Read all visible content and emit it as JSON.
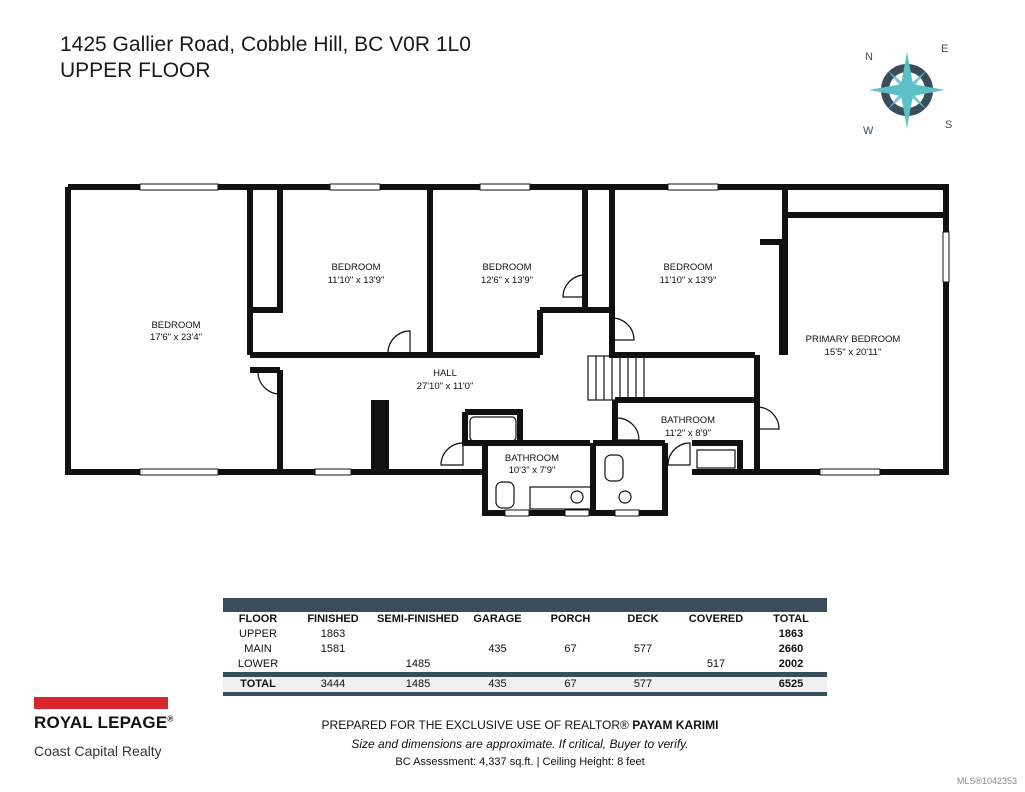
{
  "header": {
    "address": "1425 Gallier Road, Cobble Hill, BC V0R 1L0",
    "floor_name": "UPPER FLOOR"
  },
  "compass": {
    "n": "N",
    "e": "E",
    "s": "S",
    "w": "W",
    "color": "#5cc0c8"
  },
  "rooms": [
    {
      "name": "BEDROOM",
      "size": "17'6\" x 23'4\""
    },
    {
      "name": "BEDROOM",
      "size": "11'10\" x 13'9\""
    },
    {
      "name": "BEDROOM",
      "size": "12'6\" x 13'9\""
    },
    {
      "name": "BEDROOM",
      "size": "11'10\" x 13'9\""
    },
    {
      "name": "PRIMARY BEDROOM",
      "size": "15'5\" x 20'11\""
    },
    {
      "name": "HALL",
      "size": "27'10\" x 11'0\""
    },
    {
      "name": "BATHROOM",
      "size": "11'2\" x 8'9\""
    },
    {
      "name": "BATHROOM",
      "size": "10'3\" x 7'9\""
    }
  ],
  "table": {
    "headers": [
      "FLOOR",
      "FINISHED",
      "SEMI-FINISHED",
      "GARAGE",
      "PORCH",
      "DECK",
      "COVERED",
      "TOTAL"
    ],
    "rows": [
      [
        "UPPER",
        "1863",
        "",
        "",
        "",
        "",
        "",
        "1863"
      ],
      [
        "MAIN",
        "1581",
        "",
        "435",
        "67",
        "577",
        "",
        "2660"
      ],
      [
        "LOWER",
        "",
        "1485",
        "",
        "",
        "",
        "517",
        "2002"
      ]
    ],
    "total": [
      "TOTAL",
      "3444",
      "1485",
      "435",
      "67",
      "577",
      "",
      "6525"
    ]
  },
  "brand": {
    "name": "ROYAL LEPAGE",
    "registered": "®",
    "office": "Coast Capital Realty",
    "color": "#d9262c"
  },
  "footer": {
    "prepared_prefix": "PREPARED FOR THE EXCLUSIVE USE OF REALTOR® ",
    "realtor_name": "PAYAM KARIMI",
    "disclaimer": "Size and dimensions are approximate. If critical, Buyer to verify.",
    "assessment": "BC Assessment: 4,337 sq.ft. | Ceiling Height: 8 feet",
    "mls": "MLS®1042353"
  }
}
